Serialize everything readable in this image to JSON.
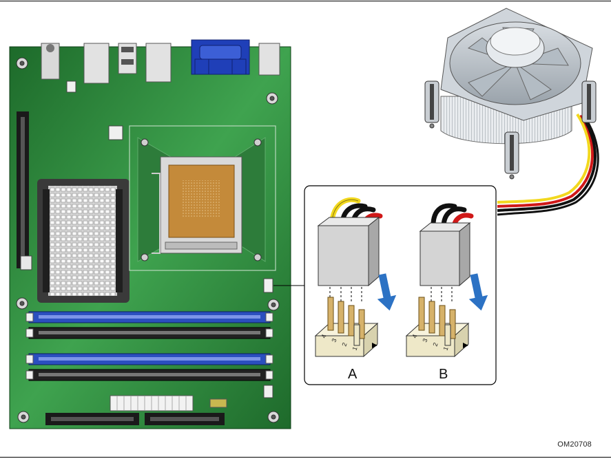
{
  "figure": {
    "id_label": "OM20708",
    "connector_a_label": "A",
    "connector_b_label": "B",
    "pin_numbers": [
      "4",
      "3",
      "2",
      "1"
    ]
  },
  "colors": {
    "board_green": "#2f8a3e",
    "board_dark": "#1f6b2c",
    "dimm_blue": "#2b4fbf",
    "dimm_black": "#222222",
    "vga_blue": "#1f3fb8",
    "arrow_blue": "#2c72c4",
    "wire_yellow": "#f2d81e",
    "wire_black": "#111111",
    "wire_red": "#d01818",
    "socket_copper": "#c48a3a"
  },
  "icons": {
    "motherboard": "motherboard-illustration",
    "cooler": "processor-fan-heatsink-icon",
    "arrow": "down-arrow-icon"
  }
}
